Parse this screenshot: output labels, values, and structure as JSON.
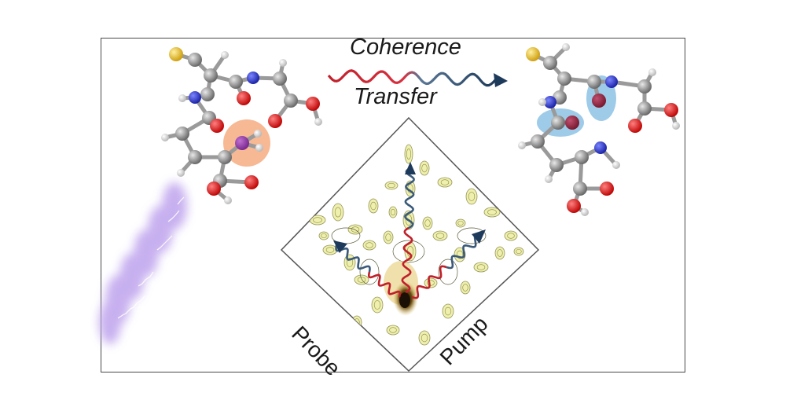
{
  "title": {
    "line1": "Coherence",
    "line2": "Transfer"
  },
  "axes": {
    "left": "Probe",
    "right": "Pump"
  },
  "colors": {
    "wave_red": "#c0202a",
    "wave_navy": "#1e3a5a",
    "highlight_orange": "#f4a070",
    "highlight_blue": "#5ea8d8",
    "pulse_purple": "#b79ce6",
    "contour_yellow": "#ecec9a",
    "atom_carbon": "#8a8a8a",
    "atom_oxygen": "#d81010",
    "atom_nitrogen": "#2a36c8",
    "atom_sulfur": "#e8c020",
    "atom_hydrogen": "#e6e6e6"
  }
}
